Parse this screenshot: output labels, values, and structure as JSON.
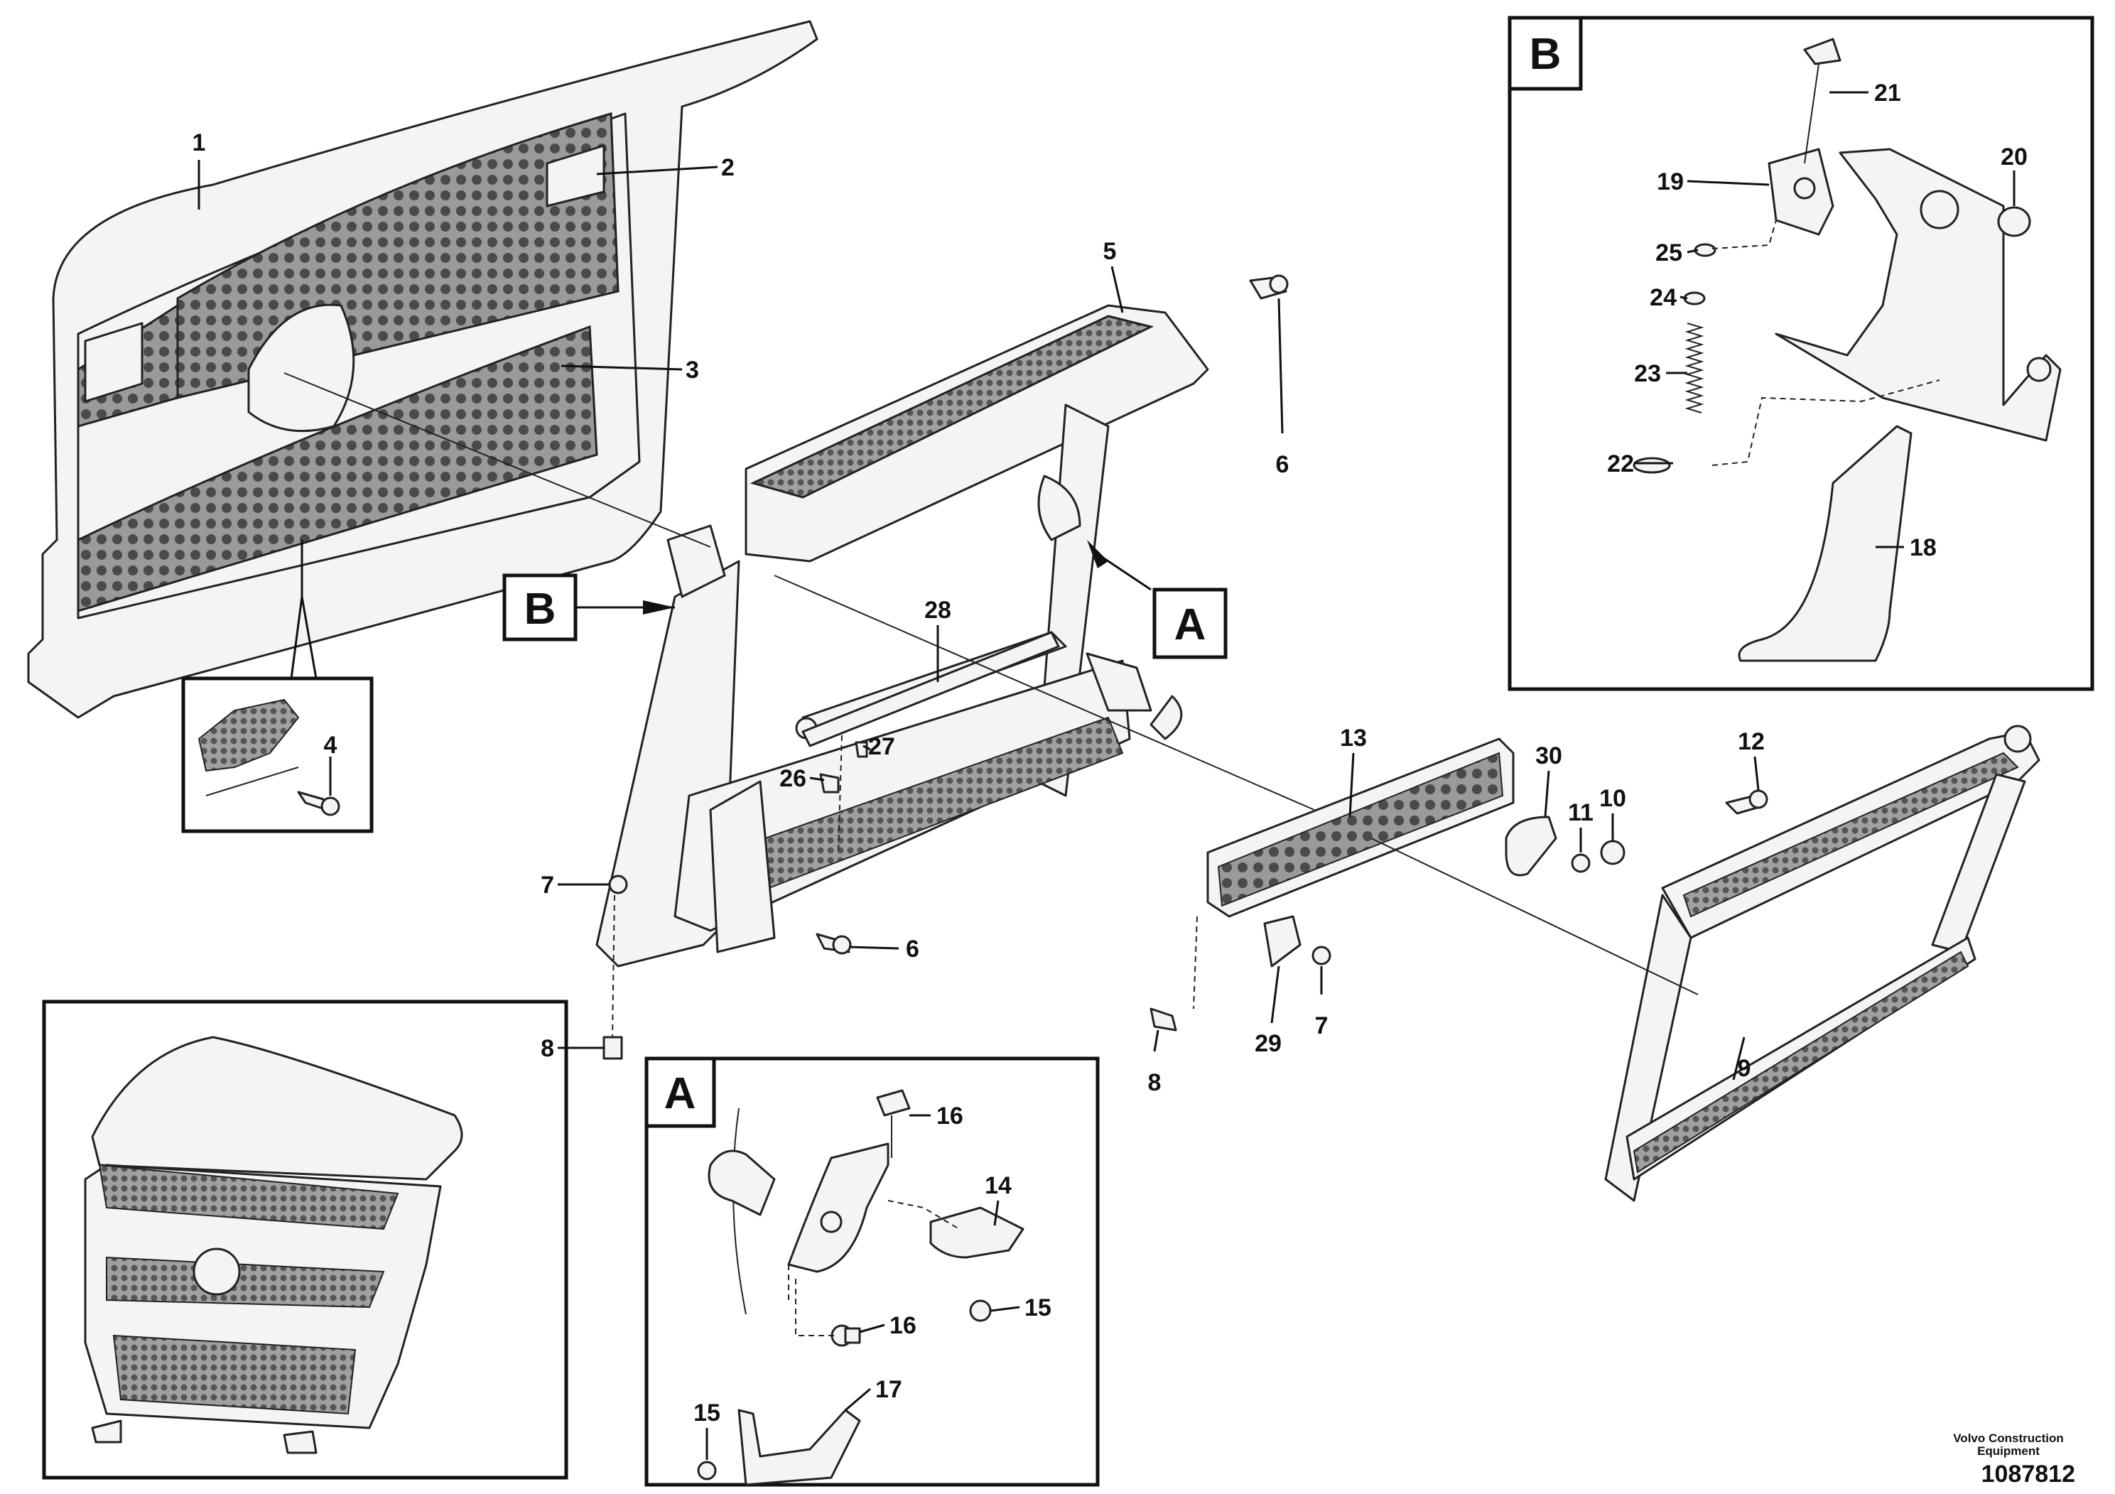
{
  "callouts": {
    "c1": "1",
    "c2": "2",
    "c3": "3",
    "c4": "4",
    "c5": "5",
    "c6a": "6",
    "c6b": "6",
    "c7a": "7",
    "c7b": "7",
    "c8a": "8",
    "c8b": "8",
    "c9": "9",
    "c10": "10",
    "c11": "11",
    "c12": "12",
    "c13": "13",
    "c14": "14",
    "c15a": "15",
    "c15b": "15",
    "c16a": "16",
    "c16b": "16",
    "c17": "17",
    "c18": "18",
    "c19": "19",
    "c20": "20",
    "c21": "21",
    "c22": "22",
    "c23": "23",
    "c24": "24",
    "c25": "25",
    "c26": "26",
    "c27": "27",
    "c28": "28",
    "c29": "29",
    "c30": "30"
  },
  "detail_labels": {
    "a_main": "A",
    "b_main": "B",
    "a_detail": "A",
    "b_detail": "B"
  },
  "footer": {
    "brand_line1": "Volvo Construction",
    "brand_line2": "Equipment",
    "drawing_number": "1087812"
  }
}
